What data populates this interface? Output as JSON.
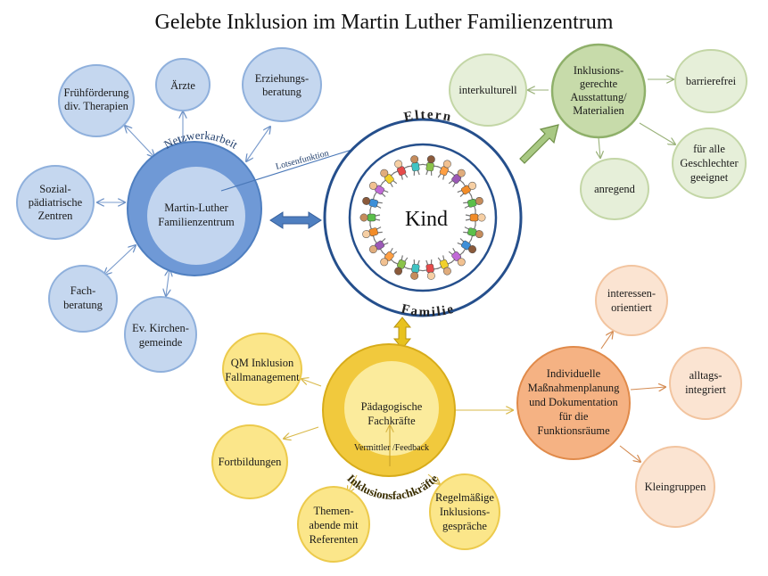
{
  "title": "Gelebte Inklusion im Martin Luther Familienzentrum",
  "colors": {
    "blue_fill": "#c5d7ef",
    "blue_stroke": "#7fa3d6",
    "blue_center_outer": "#6f99d6",
    "blue_center_inner": "#c2d5ef",
    "navy": "#254f8c",
    "green_fill": "#e6efd9",
    "green_stroke": "#b8cf98",
    "green_center": "#c7dbaa",
    "green_center_stroke": "#8fb06a",
    "yellow_fill": "#fbe68a",
    "yellow_stroke": "#e8c640",
    "yellow_outer": "#f1c93d",
    "yellow_inner": "#fbeb9c",
    "orange_fill": "#fbe4d2",
    "orange_stroke": "#f2c49f",
    "orange_center": "#f5b283",
    "orange_center_stroke": "#e08a4a"
  },
  "network": {
    "ring_label": "Netzwerkarbeit",
    "center_label": [
      "Martin-Luther",
      "Familienzentrum"
    ],
    "link_label": "Lotsenfunktion",
    "nodes": [
      {
        "label": [
          "Frühförderung",
          "div. Therapien"
        ]
      },
      {
        "label": [
          "Ärzte"
        ]
      },
      {
        "label": [
          "Erziehungs-",
          "beratung"
        ]
      },
      {
        "label": [
          "Sozial-",
          "pädiatrische",
          "Zentren"
        ]
      },
      {
        "label": [
          "Fach-",
          "beratung"
        ]
      },
      {
        "label": [
          "Ev. Kirchen-",
          "gemeinde"
        ]
      }
    ]
  },
  "family": {
    "top_label": "Eltern",
    "bottom_label": "Familie",
    "center_label": "Kind",
    "children_icon": "children-circle-icon"
  },
  "materials": {
    "center_label": [
      "Inklusions-",
      "gerechte",
      "Ausstattung/",
      "Materialien"
    ],
    "nodes": [
      {
        "label": [
          "interkulturell"
        ]
      },
      {
        "label": [
          "barrierefrei"
        ]
      },
      {
        "label": [
          "anregend"
        ]
      },
      {
        "label": [
          "für alle",
          "Geschlechter",
          "geeignet"
        ]
      }
    ]
  },
  "staff": {
    "ring_label": "Inklusionsfachkräfte",
    "center_label": [
      "Pädagogische",
      "Fachkräfte"
    ],
    "inner_label": "Vermittler /Feedback",
    "nodes": [
      {
        "label": [
          "QM Inklusion",
          "Fallmanagement"
        ]
      },
      {
        "label": [
          "Fortbildungen"
        ]
      },
      {
        "label": [
          "Themen-",
          "abende mit",
          "Referenten"
        ]
      },
      {
        "label": [
          "Regelmäßige",
          "Inklusions-",
          "gespräche"
        ]
      }
    ]
  },
  "planning": {
    "center_label": [
      "Individuelle",
      "Maßnahmenplanung",
      "und Dokumentation",
      "für die",
      "Funktionsräume"
    ],
    "nodes": [
      {
        "label": [
          "interessen-",
          "orientiert"
        ]
      },
      {
        "label": [
          "alltags-",
          "integriert"
        ]
      },
      {
        "label": [
          "Kleingruppen"
        ]
      }
    ]
  }
}
